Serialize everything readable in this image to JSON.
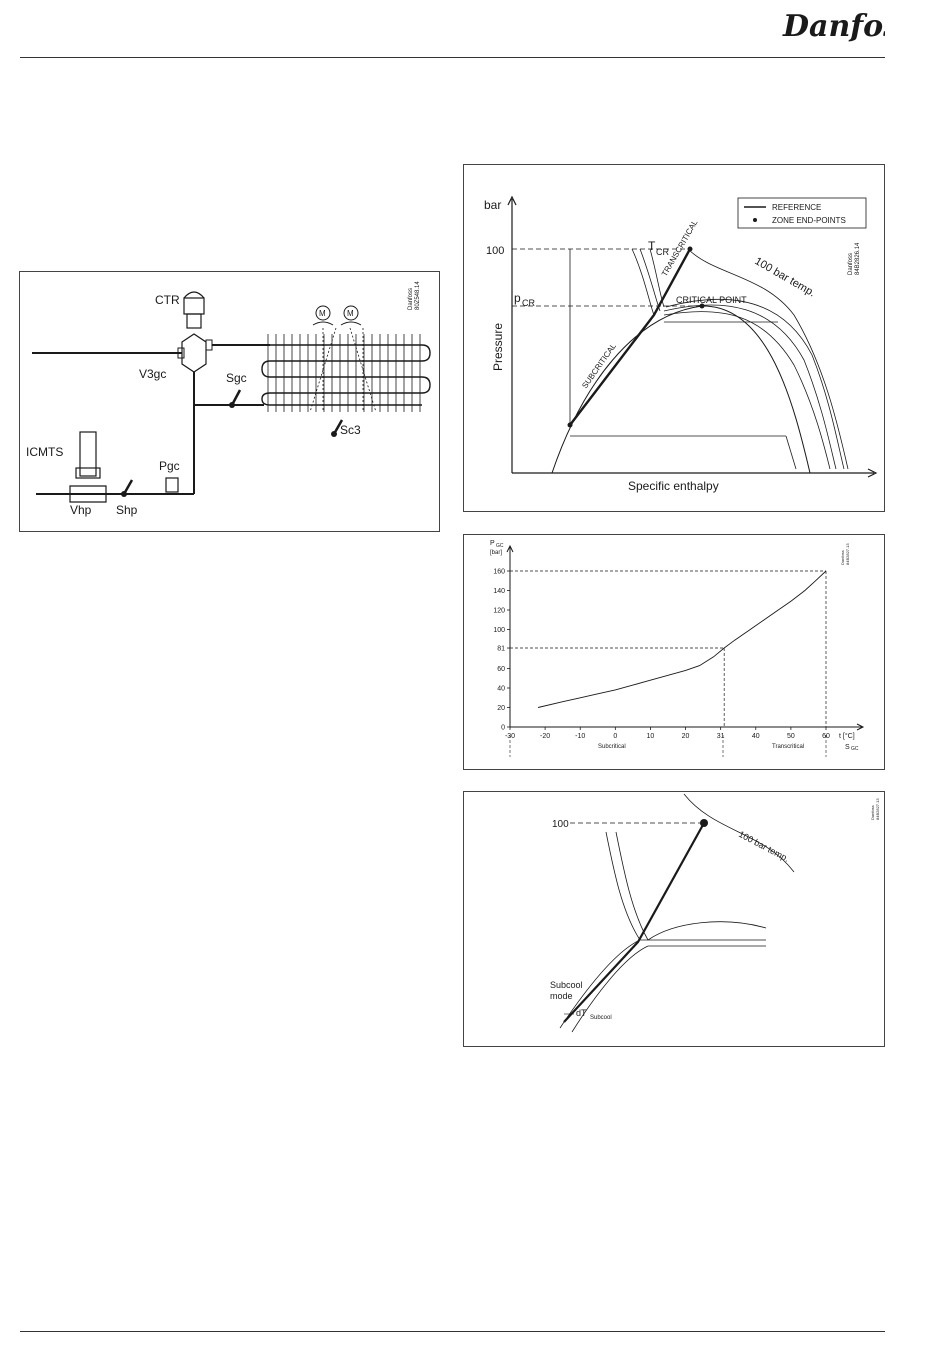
{
  "header": {
    "brand": "Danfoss"
  },
  "schematic": {
    "code": [
      "Danfoss",
      "80Z548.14"
    ],
    "labels": {
      "ctr": "CTR",
      "v3gc": "V3gc",
      "sgc": "Sgc",
      "sc3": "Sc3",
      "icmts": "ICMTS",
      "pgc": "Pgc",
      "vhp": "Vhp",
      "shp": "Shp",
      "motor": "M"
    }
  },
  "ph_diagram": {
    "code": [
      "Danfoss",
      "84B2826.14"
    ],
    "ylabel": "Pressure",
    "xlabel": "Specific enthalpy",
    "unit": "bar",
    "p100": "100",
    "pcr_main": "p",
    "pcr_sub": "CR",
    "tcr_main": "T",
    "tcr_sub": "CR",
    "legend": {
      "reference": "REFERENCE",
      "endpoints": "ZONE END-POINTS"
    },
    "labels": {
      "critical_point": "CRITICAL POINT",
      "transcritical": "TRANSCRITICAL",
      "subcritical": "SUBCRITICAL",
      "temp100": "100 bar temp."
    }
  },
  "chart_data": {
    "type": "line",
    "ylabel_main": "P",
    "ylabel_sub": "GC",
    "yunit": "[bar]",
    "xlabel": "t [°C]",
    "xlabel2_main": "S",
    "xlabel2_sub": "GC",
    "code": [
      "Danfoss",
      "84B2827.13"
    ],
    "xlim": [
      -30,
      62
    ],
    "ylim": [
      0,
      170
    ],
    "x_ticks": [
      -30,
      -20,
      -10,
      0,
      10,
      20,
      30,
      40,
      50,
      60
    ],
    "x_tick_labels": [
      "-30",
      "-20",
      "-10",
      "0",
      "10",
      "20",
      "31",
      "40",
      "50",
      "60"
    ],
    "y_ticks": [
      0,
      20,
      40,
      60,
      81,
      100,
      120,
      140,
      160
    ],
    "series": [
      {
        "x": [
          -22,
          -15,
          -10,
          -5,
          0,
          5,
          10,
          15,
          20,
          24,
          28,
          31,
          34,
          38,
          42,
          46,
          50,
          54,
          57,
          60
        ],
        "y": [
          20,
          26,
          30,
          34,
          38,
          43,
          48,
          53,
          58,
          63,
          72,
          81,
          89,
          99,
          109,
          119,
          129,
          140,
          150,
          160
        ]
      }
    ],
    "guides": [
      {
        "x": 31,
        "y": 81
      },
      {
        "x": 60,
        "y": 160
      }
    ],
    "zones": [
      "Subcritical",
      "Transcritical"
    ]
  },
  "subcool": {
    "code": [
      "Danfoss",
      "84B2827.13"
    ],
    "p100": "100",
    "temp100": "100 bar temp.",
    "mode": [
      "Subcool",
      "mode"
    ],
    "dt_main": "dT",
    "dt_sub": "Subcool"
  }
}
